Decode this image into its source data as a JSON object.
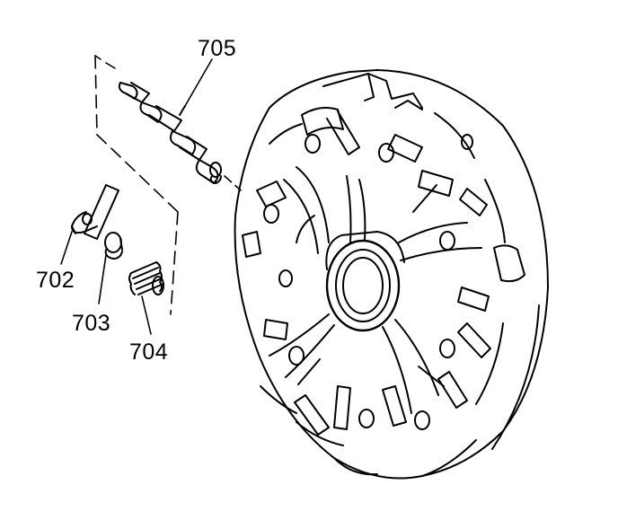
{
  "callouts": {
    "c705": "705",
    "c702": "702",
    "c703": "703",
    "c704": "704"
  }
}
